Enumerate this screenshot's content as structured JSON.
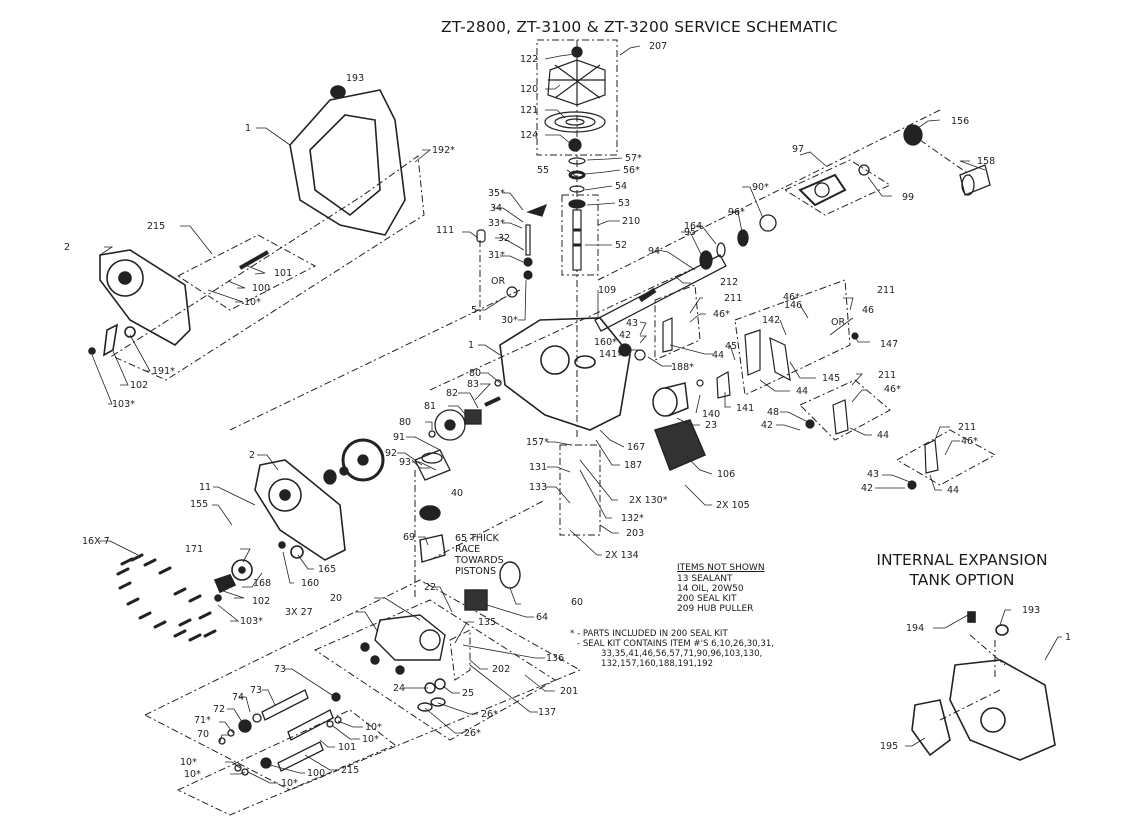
{
  "title": "ZT-2800, ZT-3100 & ZT-3200 SERVICE SCHEMATIC",
  "items_not_shown": {
    "heading": "ITEMS NOT SHOWN",
    "items": [
      "13  SEALANT",
      "14  OIL, 20W50",
      "200 SEAL KIT",
      "209 HUB PULLER"
    ]
  },
  "seal_kit_note": {
    "line1": "* - PARTS INCLUDED IN 200 SEAL KIT",
    "line2": "- SEAL KIT CONTAINS ITEM #'S 6,10,26,30,31,",
    "line3": "33,35,41,46,56,57,71,90,96,103,130,",
    "line4": "132,157,160,188,191,192"
  },
  "tank_option": {
    "line1": "INTERNAL EXPANSION",
    "line2": "TANK OPTION"
  },
  "race_note": "65 THICK\nRACE\nTOWARDS\nPISTONS",
  "callouts": [
    {
      "id": "c-193a",
      "text": "193"
    },
    {
      "id": "c-1a",
      "text": "1"
    },
    {
      "id": "c-192",
      "text": "192*"
    },
    {
      "id": "c-215a",
      "text": "215"
    },
    {
      "id": "c-2a",
      "text": "2"
    },
    {
      "id": "c-101a",
      "text": "101"
    },
    {
      "id": "c-100a",
      "text": "100"
    },
    {
      "id": "c-10a",
      "text": "10*"
    },
    {
      "id": "c-191",
      "text": "191*"
    },
    {
      "id": "c-102a",
      "text": "102"
    },
    {
      "id": "c-103a",
      "text": "103*"
    },
    {
      "id": "c-122",
      "text": "122"
    },
    {
      "id": "c-207",
      "text": "207"
    },
    {
      "id": "c-120",
      "text": "120"
    },
    {
      "id": "c-121",
      "text": "121"
    },
    {
      "id": "c-124",
      "text": "124"
    },
    {
      "id": "c-57",
      "text": "57*"
    },
    {
      "id": "c-55",
      "text": "55"
    },
    {
      "id": "c-56",
      "text": "56*"
    },
    {
      "id": "c-54",
      "text": "54"
    },
    {
      "id": "c-53",
      "text": "53"
    },
    {
      "id": "c-210",
      "text": "210"
    },
    {
      "id": "c-52",
      "text": "52"
    },
    {
      "id": "c-35",
      "text": "35*"
    },
    {
      "id": "c-34",
      "text": "34"
    },
    {
      "id": "c-33",
      "text": "33*"
    },
    {
      "id": "c-32",
      "text": "32"
    },
    {
      "id": "c-31",
      "text": "31*"
    },
    {
      "id": "c-111",
      "text": "111"
    },
    {
      "id": "c-or1",
      "text": "OR"
    },
    {
      "id": "c-5",
      "text": "5"
    },
    {
      "id": "c-30",
      "text": "30*"
    },
    {
      "id": "c-109",
      "text": "109"
    },
    {
      "id": "c-94",
      "text": "94"
    },
    {
      "id": "c-95",
      "text": "95"
    },
    {
      "id": "c-164",
      "text": "164"
    },
    {
      "id": "c-96",
      "text": "96*"
    },
    {
      "id": "c-90",
      "text": "90*"
    },
    {
      "id": "c-97",
      "text": "97"
    },
    {
      "id": "c-99",
      "text": "99"
    },
    {
      "id": "c-156",
      "text": "156"
    },
    {
      "id": "c-158",
      "text": "158"
    },
    {
      "id": "c-212",
      "text": "212"
    },
    {
      "id": "c-211a",
      "text": "211"
    },
    {
      "id": "c-46a",
      "text": "46*"
    },
    {
      "id": "c-43a",
      "text": "43"
    },
    {
      "id": "c-42a",
      "text": "42"
    },
    {
      "id": "c-160a",
      "text": "160*"
    },
    {
      "id": "c-141a",
      "text": "141*"
    },
    {
      "id": "c-44a",
      "text": "44"
    },
    {
      "id": "c-188",
      "text": "188*"
    },
    {
      "id": "c-45",
      "text": "45"
    },
    {
      "id": "c-142",
      "text": "142"
    },
    {
      "id": "c-146",
      "text": "146"
    },
    {
      "id": "c-46b",
      "text": "46*"
    },
    {
      "id": "c-211b",
      "text": "211"
    },
    {
      "id": "c-or2",
      "text": "OR"
    },
    {
      "id": "c-46c",
      "text": "46"
    },
    {
      "id": "c-147",
      "text": "147"
    },
    {
      "id": "c-145",
      "text": "145"
    },
    {
      "id": "c-44b",
      "text": "44"
    },
    {
      "id": "c-140",
      "text": "140"
    },
    {
      "id": "c-141b",
      "text": "141"
    },
    {
      "id": "c-23",
      "text": "23"
    },
    {
      "id": "c-211c",
      "text": "211"
    },
    {
      "id": "c-46d",
      "text": "46*"
    },
    {
      "id": "c-48",
      "text": "48"
    },
    {
      "id": "c-42b",
      "text": "42"
    },
    {
      "id": "c-44c",
      "text": "44"
    },
    {
      "id": "c-211d",
      "text": "211"
    },
    {
      "id": "c-46e",
      "text": "46*"
    },
    {
      "id": "c-43b",
      "text": "43"
    },
    {
      "id": "c-42c",
      "text": "42"
    },
    {
      "id": "c-44d",
      "text": "44"
    },
    {
      "id": "c-1b",
      "text": "1"
    },
    {
      "id": "c-80a",
      "text": "80"
    },
    {
      "id": "c-83",
      "text": "83"
    },
    {
      "id": "c-82",
      "text": "82"
    },
    {
      "id": "c-81",
      "text": "81"
    },
    {
      "id": "c-80b",
      "text": "80"
    },
    {
      "id": "c-91",
      "text": "91"
    },
    {
      "id": "c-92",
      "text": "92"
    },
    {
      "id": "c-93",
      "text": "93"
    },
    {
      "id": "c-40",
      "text": "40"
    },
    {
      "id": "c-167",
      "text": "167"
    },
    {
      "id": "c-187",
      "text": "187"
    },
    {
      "id": "c-157",
      "text": "157*"
    },
    {
      "id": "c-131",
      "text": "131"
    },
    {
      "id": "c-133",
      "text": "133"
    },
    {
      "id": "c-130",
      "text": "2X 130*"
    },
    {
      "id": "c-132",
      "text": "132*"
    },
    {
      "id": "c-203",
      "text": "203"
    },
    {
      "id": "c-134",
      "text": "2X 134"
    },
    {
      "id": "c-106",
      "text": "106"
    },
    {
      "id": "c-105",
      "text": "2X 105"
    },
    {
      "id": "c-2b",
      "text": "2"
    },
    {
      "id": "c-11",
      "text": "11"
    },
    {
      "id": "c-155",
      "text": "155"
    },
    {
      "id": "c-16x7",
      "text": "16X 7"
    },
    {
      "id": "c-171",
      "text": "171"
    },
    {
      "id": "c-165",
      "text": "165"
    },
    {
      "id": "c-168",
      "text": "168"
    },
    {
      "id": "c-160b",
      "text": "160"
    },
    {
      "id": "c-102b",
      "text": "102"
    },
    {
      "id": "c-103b",
      "text": "103*"
    },
    {
      "id": "c-69",
      "text": "69"
    },
    {
      "id": "c-60",
      "text": "60"
    },
    {
      "id": "c-64",
      "text": "64"
    },
    {
      "id": "c-22",
      "text": "22"
    },
    {
      "id": "c-20",
      "text": "20"
    },
    {
      "id": "c-27",
      "text": "3X 27"
    },
    {
      "id": "c-135",
      "text": "135"
    },
    {
      "id": "c-136",
      "text": "136"
    },
    {
      "id": "c-202",
      "text": "202"
    },
    {
      "id": "c-201",
      "text": "201"
    },
    {
      "id": "c-24",
      "text": "24"
    },
    {
      "id": "c-25",
      "text": "25"
    },
    {
      "id": "c-137",
      "text": "137"
    },
    {
      "id": "c-26a",
      "text": "26*"
    },
    {
      "id": "c-26b",
      "text": "26*"
    },
    {
      "id": "c-73a",
      "text": "73"
    },
    {
      "id": "c-73b",
      "text": "73"
    },
    {
      "id": "c-74",
      "text": "74"
    },
    {
      "id": "c-72",
      "text": "72"
    },
    {
      "id": "c-71",
      "text": "71*"
    },
    {
      "id": "c-70",
      "text": "70"
    },
    {
      "id": "c-10b",
      "text": "10*"
    },
    {
      "id": "c-10c",
      "text": "10*"
    },
    {
      "id": "c-101b",
      "text": "101"
    },
    {
      "id": "c-100b",
      "text": "100"
    },
    {
      "id": "c-215b",
      "text": "215"
    },
    {
      "id": "c-10d",
      "text": "10*"
    },
    {
      "id": "c-10e",
      "text": "10*"
    },
    {
      "id": "c-10f",
      "text": "10*"
    },
    {
      "id": "c-194",
      "text": "194"
    },
    {
      "id": "c-193b",
      "text": "193"
    },
    {
      "id": "c-1c",
      "text": "1"
    },
    {
      "id": "c-195",
      "text": "195"
    }
  ]
}
